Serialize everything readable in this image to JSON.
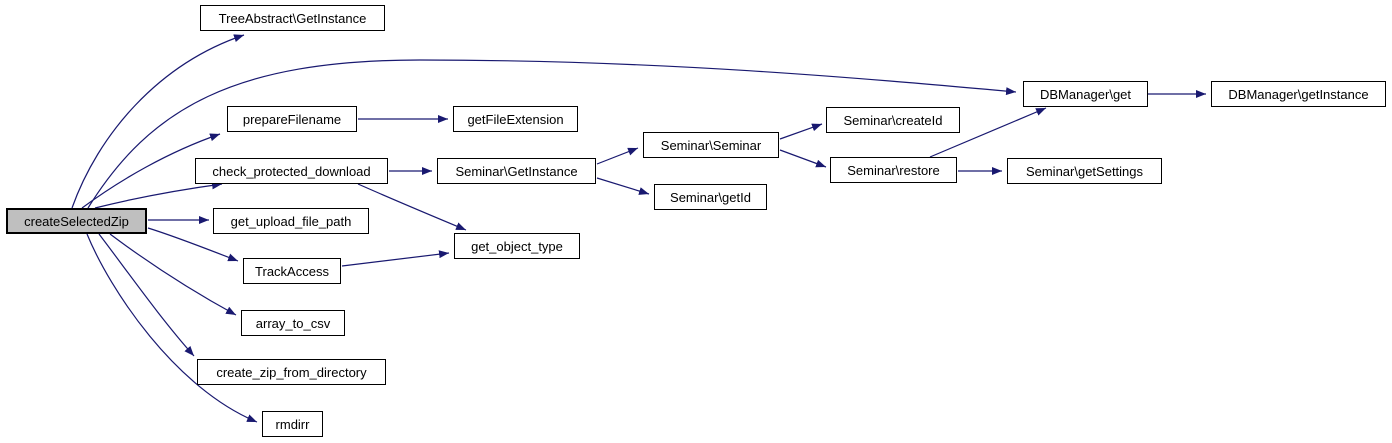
{
  "diagram": {
    "type": "call-graph",
    "root": "createSelectedZip",
    "colors": {
      "edge": "#191970",
      "node_border": "#000000",
      "node_fill": "#ffffff",
      "root_node_fill": "#bfbfbf",
      "background": "#ffffff"
    },
    "nodes": [
      {
        "id": "create-selected-zip",
        "label": "createSelectedZip",
        "highlighted": true
      },
      {
        "id": "treeabstract-getinstance",
        "label": "TreeAbstract\\GetInstance",
        "highlighted": false
      },
      {
        "id": "prepare-filename",
        "label": "prepareFilename",
        "highlighted": false
      },
      {
        "id": "get-file-extension",
        "label": "getFileExtension",
        "highlighted": false
      },
      {
        "id": "check-protected-download",
        "label": "check_protected_download",
        "highlighted": false
      },
      {
        "id": "seminar-getinstance",
        "label": "Seminar\\GetInstance",
        "highlighted": false
      },
      {
        "id": "seminar-seminar",
        "label": "Seminar\\Seminar",
        "highlighted": false
      },
      {
        "id": "seminar-getid",
        "label": "Seminar\\getId",
        "highlighted": false
      },
      {
        "id": "seminar-createid",
        "label": "Seminar\\createId",
        "highlighted": false
      },
      {
        "id": "seminar-restore",
        "label": "Seminar\\restore",
        "highlighted": false
      },
      {
        "id": "dbmanager-get",
        "label": "DBManager\\get",
        "highlighted": false
      },
      {
        "id": "dbmanager-getinstance",
        "label": "DBManager\\getInstance",
        "highlighted": false
      },
      {
        "id": "seminar-getsettings",
        "label": "Seminar\\getSettings",
        "highlighted": false
      },
      {
        "id": "get-upload-file-path",
        "label": "get_upload_file_path",
        "highlighted": false
      },
      {
        "id": "track-access",
        "label": "TrackAccess",
        "highlighted": false
      },
      {
        "id": "get-object-type",
        "label": "get_object_type",
        "highlighted": false
      },
      {
        "id": "array-to-csv",
        "label": "array_to_csv",
        "highlighted": false
      },
      {
        "id": "create-zip-from-directory",
        "label": "create_zip_from_directory",
        "highlighted": false
      },
      {
        "id": "rmdirr",
        "label": "rmdirr",
        "highlighted": false
      }
    ],
    "edges": [
      {
        "from": "createSelectedZip",
        "to": "TreeAbstract\\GetInstance"
      },
      {
        "from": "createSelectedZip",
        "to": "DBManager\\get"
      },
      {
        "from": "createSelectedZip",
        "to": "prepareFilename"
      },
      {
        "from": "createSelectedZip",
        "to": "check_protected_download"
      },
      {
        "from": "createSelectedZip",
        "to": "get_upload_file_path"
      },
      {
        "from": "createSelectedZip",
        "to": "TrackAccess"
      },
      {
        "from": "createSelectedZip",
        "to": "array_to_csv"
      },
      {
        "from": "createSelectedZip",
        "to": "create_zip_from_directory"
      },
      {
        "from": "createSelectedZip",
        "to": "rmdirr"
      },
      {
        "from": "prepareFilename",
        "to": "getFileExtension"
      },
      {
        "from": "check_protected_download",
        "to": "Seminar\\GetInstance"
      },
      {
        "from": "check_protected_download",
        "to": "get_object_type"
      },
      {
        "from": "TrackAccess",
        "to": "get_object_type"
      },
      {
        "from": "Seminar\\GetInstance",
        "to": "Seminar\\Seminar"
      },
      {
        "from": "Seminar\\GetInstance",
        "to": "Seminar\\getId"
      },
      {
        "from": "Seminar\\Seminar",
        "to": "Seminar\\createId"
      },
      {
        "from": "Seminar\\Seminar",
        "to": "Seminar\\restore"
      },
      {
        "from": "Seminar\\restore",
        "to": "DBManager\\get"
      },
      {
        "from": "Seminar\\restore",
        "to": "Seminar\\getSettings"
      },
      {
        "from": "DBManager\\get",
        "to": "DBManager\\getInstance"
      }
    ]
  }
}
